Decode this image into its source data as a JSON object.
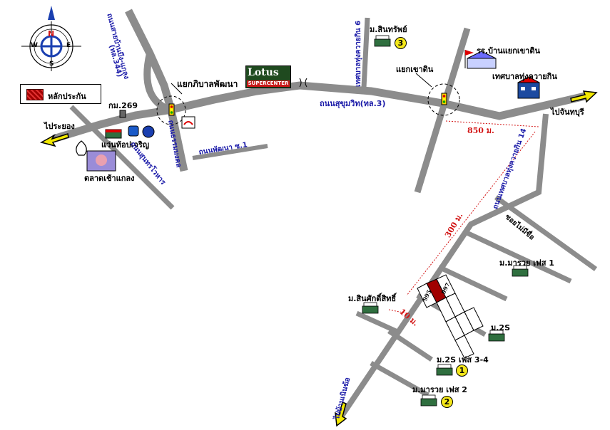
{
  "legend": {
    "label": "หลักประกัน"
  },
  "compass": {
    "n": "N",
    "s": "S",
    "e": "E",
    "w": "W"
  },
  "landmarks": {
    "intersection_left": "แยกภิบาลพัฒนา",
    "lotus_main": "Lotus",
    "lotus_sub": "SUPERCENTER",
    "km": "กม.269",
    "shop": "แว่นท้อปเจริญ",
    "market": "ตลาดเช้าแกลง",
    "khaodin_junction": "แยกเขาดิน",
    "school": "รร.บ้านแยกเขาดิน",
    "municipality": "เทศบาลทุ่งควายกิน",
    "village_3": "ม.สินทรัพย์",
    "village_maruay1": "ม.มารวย เฟส 1",
    "village_sin": "ม.สินศักดิ์สิทธิ์",
    "village_2s": "ม.2S",
    "village_2s34": "ม.2S เฟส 3-4",
    "village_maruay2": "ม.มารวย เฟส 2"
  },
  "markers": {
    "one": "1",
    "two": "2",
    "three": "3"
  },
  "roads": {
    "sukhumvit": "ถนนสุขุมวิท(ทล.3)",
    "rayong": "ไประยอง",
    "chanthaburi": "ไปจันทบุรี",
    "ban_bueng": "ถนนสายบ้านบึง-แกลง",
    "tl344": "(ทล.344)",
    "sunthornphu": "ถนนสุนทรโวหาร",
    "thammongkol": "ถนนธรรมมงคล",
    "phatthana": "ถนนพัฒนา ซ.1",
    "tungkwai6": "เทศบาลทุ่งควายกิน 6",
    "tungkwai14": "ถนนเทศบาลทุ่งควายกิน 14",
    "soi_noname": "ซอยไม่มีชื่อ",
    "to_ban": "ไปบ้านเนินฆ้อ"
  },
  "distances": {
    "d850": "850 ม.",
    "d300": "300 ม.",
    "d10": "10 ม."
  },
  "lots": {
    "a": "995",
    "b": "997"
  },
  "colors": {
    "road": "#8c8c8c",
    "road_label": "#1a1aa8",
    "distance": "#d21414",
    "collateral": "#a00000"
  }
}
